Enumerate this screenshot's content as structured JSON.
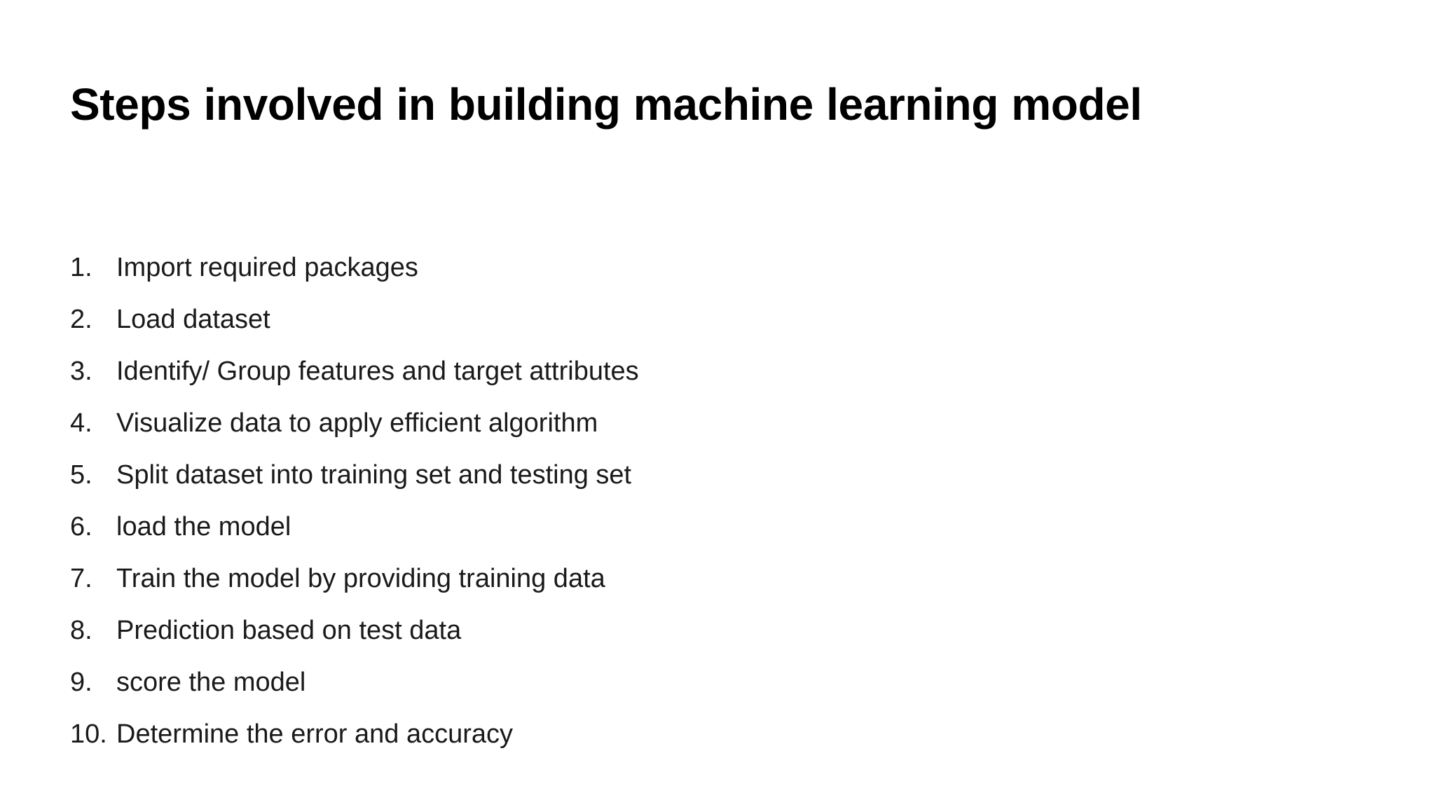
{
  "slide": {
    "background_color": "#ffffff",
    "text_color": "#1a1a1a",
    "title_color": "#000000",
    "title": "Steps involved in building machine learning model",
    "list": {
      "type": "ordered-decimal",
      "items": [
        {
          "number": "1.",
          "text": "Import required packages"
        },
        {
          "number": "2.",
          "text": "Load dataset"
        },
        {
          "number": "3.",
          "text": "Identify/ Group features and target attributes"
        },
        {
          "number": "4.",
          "text": "Visualize data to apply efficient algorithm"
        },
        {
          "number": "5.",
          "text": "Split dataset into training set and testing set"
        },
        {
          "number": "6.",
          "text": "load the model"
        },
        {
          "number": "7.",
          "text": "Train the model by providing training data"
        },
        {
          "number": "8.",
          "text": "Prediction based on test data"
        },
        {
          "number": "9.",
          "text": "score the model"
        },
        {
          "number": "10.",
          "text": "Determine the error and accuracy"
        }
      ]
    }
  }
}
